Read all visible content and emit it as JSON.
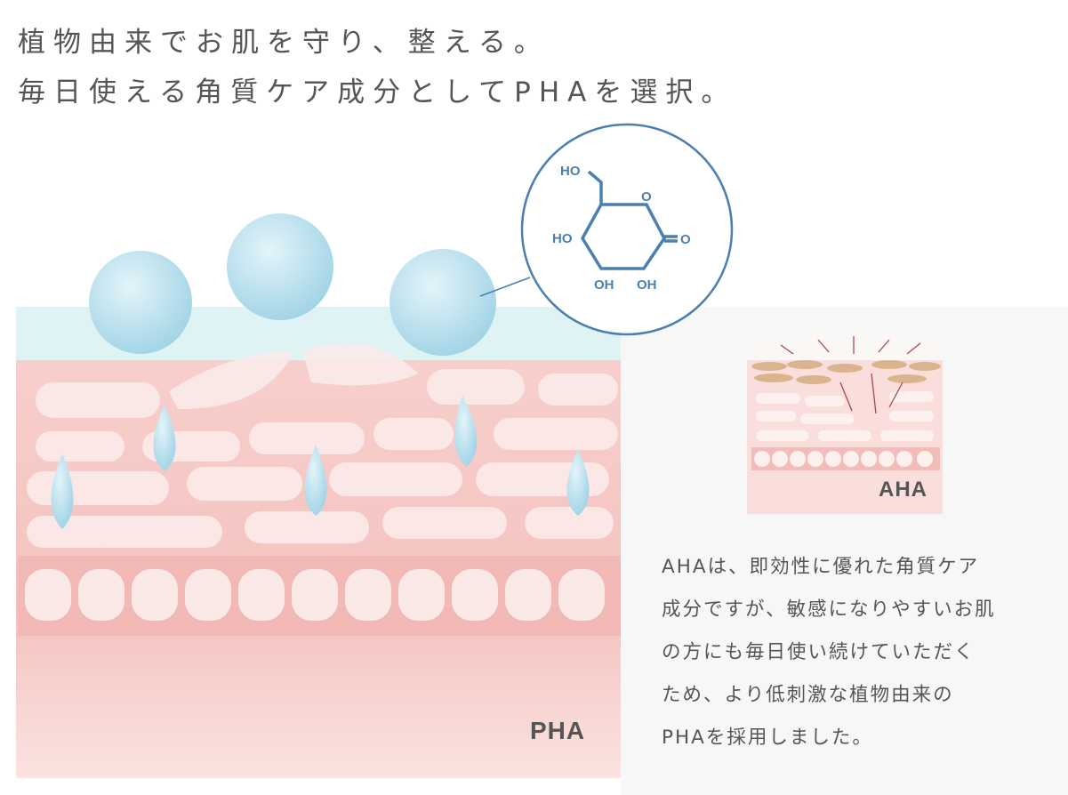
{
  "headline": {
    "line1": "植物由来でお肌を守り、整える。",
    "line2": "毎日使える角質ケア成分としてPHAを選択。"
  },
  "illustration": {
    "main_label": "PHA",
    "molecule_labels": [
      "HO",
      "O",
      "HO",
      "O",
      "OH",
      "OH"
    ]
  },
  "comparison": {
    "label": "AHA",
    "description_lines": [
      "AHAは、即効性に優れた角質ケア",
      "成分ですが、敏感になりやすいお肌",
      "の方にも毎日使い続けていただく",
      "ため、より低刺激な植物由来の",
      "PHAを採用しました。"
    ]
  },
  "colors": {
    "text": "#555555",
    "molecule": "#4a7fb0",
    "water": "#bfe3ee",
    "skin": "#f6c9c6",
    "panel": "#f7f7f7"
  }
}
